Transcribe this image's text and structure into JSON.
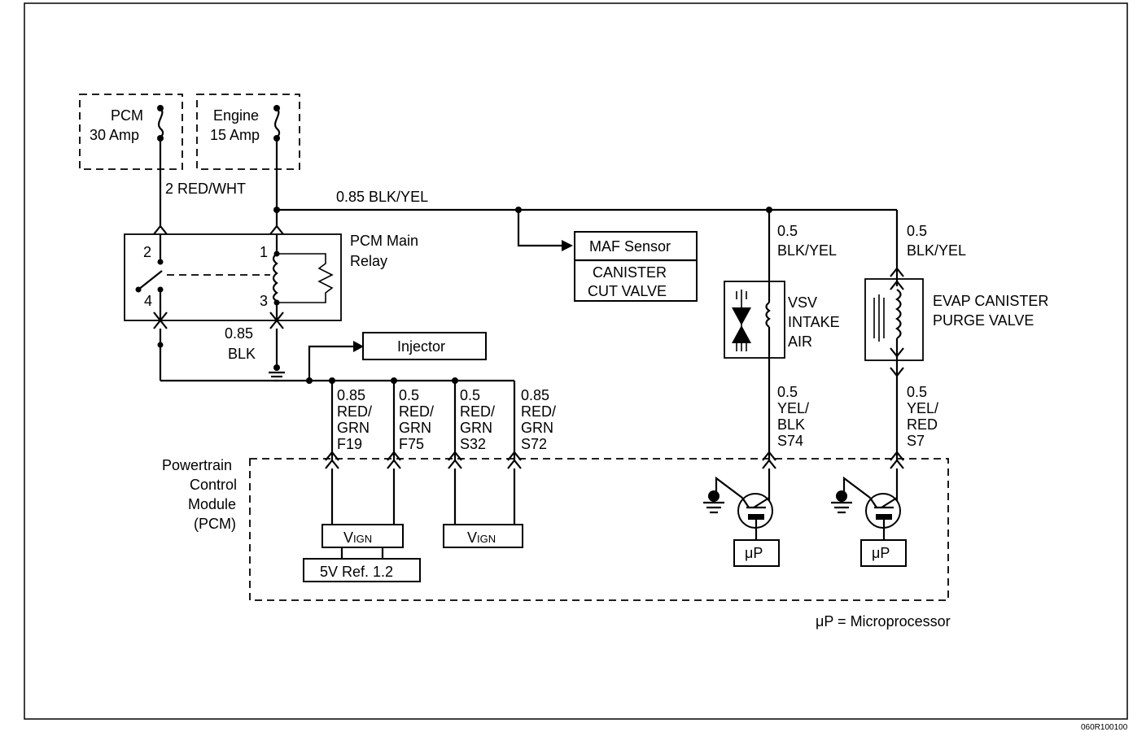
{
  "fuses": {
    "pcm": {
      "line1": "PCM",
      "line2": "30 Amp"
    },
    "engine": {
      "line1": "Engine",
      "line2": "15 Amp"
    }
  },
  "wires": {
    "red_wht": "2 RED/WHT",
    "main_blk_yel": "0.85 BLK/YEL",
    "vsv_feed_gauge": "0.5",
    "vsv_feed_color": "BLK/YEL",
    "evap_feed_gauge": "0.5",
    "evap_feed_color": "BLK/YEL",
    "ground_gauge": "0.85",
    "ground_color": "BLK"
  },
  "relay": {
    "label_line1": "PCM Main",
    "label_line2": "Relay",
    "pin1": "1",
    "pin2": "2",
    "pin3": "3",
    "pin4": "4"
  },
  "components": {
    "maf_sensor": "MAF Sensor",
    "canister_line1": "CANISTER",
    "canister_line2": "CUT VALVE",
    "injector": "Injector",
    "vsv_line1": "VSV",
    "vsv_line2": "INTAKE",
    "vsv_line3": "AIR",
    "evap_line1": "EVAP CANISTER",
    "evap_line2": "PURGE VALVE"
  },
  "pcm_pins": [
    {
      "gauge": "0.85",
      "color1": "RED/",
      "color2": "GRN",
      "pin": "F19"
    },
    {
      "gauge": "0.5",
      "color1": "RED/",
      "color2": "GRN",
      "pin": "F75"
    },
    {
      "gauge": "0.5",
      "color1": "RED/",
      "color2": "GRN",
      "pin": "S32"
    },
    {
      "gauge": "0.85",
      "color1": "RED/",
      "color2": "GRN",
      "pin": "S72"
    }
  ],
  "output_pins": [
    {
      "gauge": "0.5",
      "color1": "YEL/",
      "color2": "BLK",
      "pin": "S74"
    },
    {
      "gauge": "0.5",
      "color1": "YEL/",
      "color2": "RED",
      "pin": "S7"
    }
  ],
  "pcm_module": {
    "line1": "Powertrain",
    "line2": "Control",
    "line3": "Module",
    "line4": "(PCM)",
    "vign_main": "V",
    "vign_sub": "IGN",
    "vref": "5V Ref. 1.2",
    "up_1": "μP",
    "up_2": "μP"
  },
  "legend": "μP = Microprocessor",
  "figure_code": "060R100100"
}
